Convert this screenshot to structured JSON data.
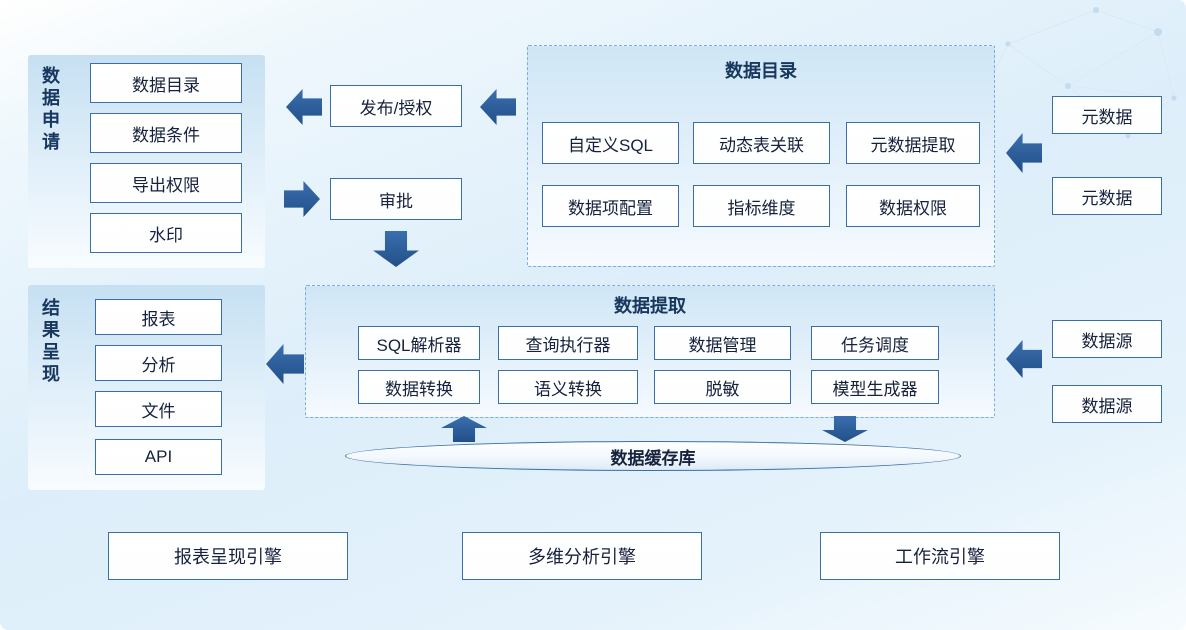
{
  "palette": {
    "arrow": "#2a609f",
    "box_border": "#3a6ea8",
    "title_text": "#17375e",
    "panel_fill": "#cfe6f6"
  },
  "left": {
    "data_request": {
      "label": "数据申请",
      "items": [
        "数据目录",
        "数据条件",
        "导出权限",
        "水印"
      ]
    },
    "result": {
      "label": "结果呈现",
      "items": [
        "报表",
        "分析",
        "文件",
        "API"
      ]
    }
  },
  "flow": {
    "publish": "发布/授权",
    "approve": "审批"
  },
  "catalog": {
    "title": "数据目录",
    "items": [
      "自定义SQL",
      "动态表关联",
      "元数据提取",
      "数据项配置",
      "指标维度",
      "数据权限"
    ]
  },
  "extract": {
    "title": "数据提取",
    "items": [
      "SQL解析器",
      "查询执行器",
      "数据管理",
      "任务调度",
      "数据转换",
      "语义转换",
      "脱敏",
      "模型生成器"
    ]
  },
  "right": {
    "metadata": [
      "元数据",
      "元数据"
    ],
    "sources": [
      "数据源",
      "数据源"
    ]
  },
  "cache": {
    "label": "数据缓存库"
  },
  "engines": [
    "报表呈现引擎",
    "多维分析引擎",
    "工作流引擎"
  ]
}
